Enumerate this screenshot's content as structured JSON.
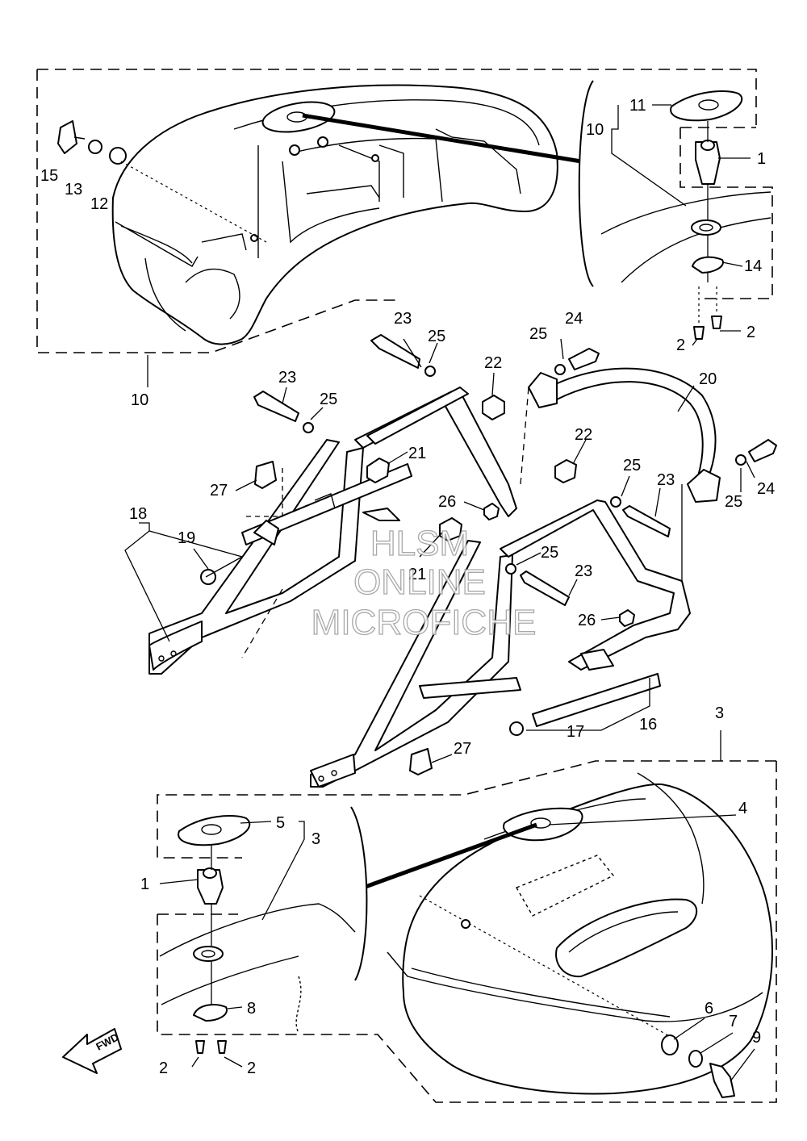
{
  "callouts": {
    "c1_top": "1",
    "c1_bottom": "1",
    "c2_a": "2",
    "c2_b": "2",
    "c2_c": "2",
    "c2_d": "2",
    "c3_a": "3",
    "c3_b": "3",
    "c4": "4",
    "c5": "5",
    "c6": "6",
    "c7": "7",
    "c8": "8",
    "c9": "9",
    "c10_a": "10",
    "c10_b": "10",
    "c11": "11",
    "c12": "12",
    "c13": "13",
    "c14": "14",
    "c15": "15",
    "c16": "16",
    "c17": "17",
    "c18": "18",
    "c19": "19",
    "c20": "20",
    "c21_a": "21",
    "c21_b": "21",
    "c22_a": "22",
    "c22_b": "22",
    "c23_a": "23",
    "c23_b": "23",
    "c23_c": "23",
    "c23_d": "23",
    "c24_a": "24",
    "c24_b": "24",
    "c25_a": "25",
    "c25_b": "25",
    "c25_c": "25",
    "c25_d": "25",
    "c25_e": "25",
    "c25_f": "25",
    "c26_a": "26",
    "c26_b": "26",
    "c27_a": "27",
    "c27_b": "27"
  },
  "fwd_label": "FWD",
  "watermark": {
    "line1": "HLSM",
    "line2": "ONLINE",
    "line3": "MICROFICHE"
  }
}
